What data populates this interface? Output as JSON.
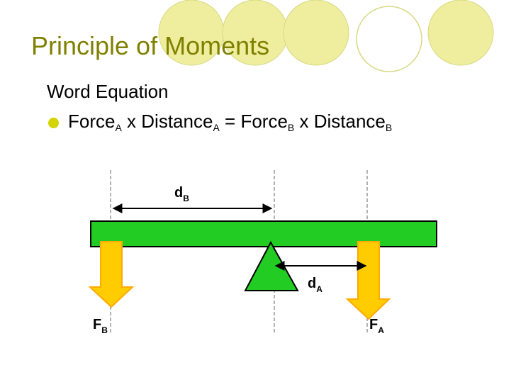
{
  "slide": {
    "title": "Principle of Moments",
    "subheading": "Word Equation",
    "equation": {
      "force": "Force",
      "distance": "Distance",
      "x": "x",
      "equals": "=",
      "sub_a": "A",
      "sub_b": "B"
    }
  },
  "diagram": {
    "label_d": "d",
    "label_f": "F",
    "sub_a": "A",
    "sub_b": "B"
  },
  "colors": {
    "title": "#808000",
    "circle_fill": "#eeee9e",
    "circle_stroke": "#d8d884",
    "bullet": "#d4d400",
    "beam_fill": "#22cc22",
    "arrow_fill": "#ffcc00",
    "arrow_stroke": "#ffaa00"
  }
}
